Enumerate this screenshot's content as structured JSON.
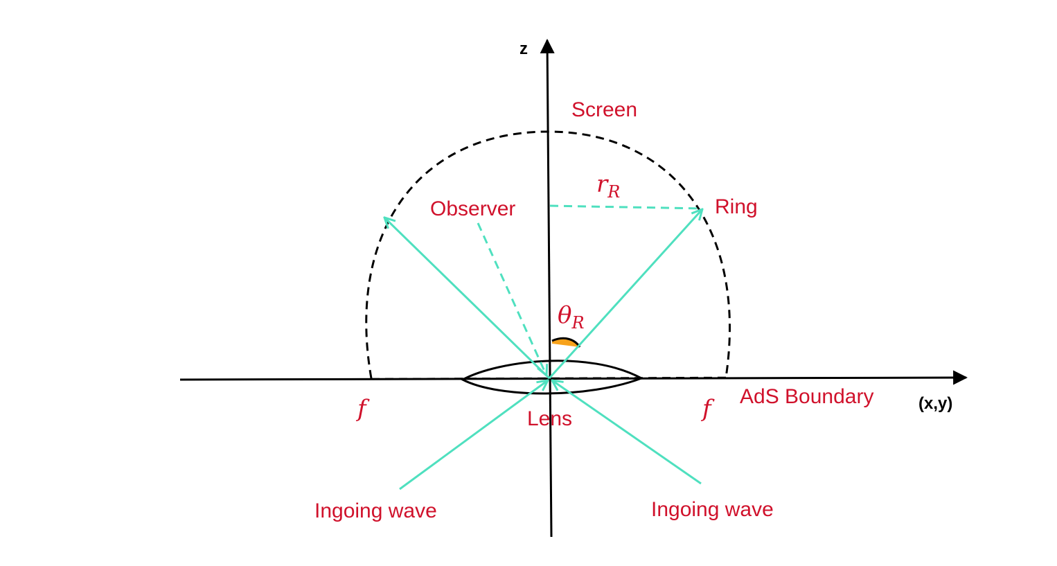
{
  "labels": {
    "z_axis": "z",
    "xy_axis": "(x,y)",
    "screen": "Screen",
    "observer": "Observer",
    "ring": "Ring",
    "ads_boundary": "AdS Boundary",
    "lens": "Lens",
    "ingoing_left": "Ingoing wave",
    "ingoing_right": "Ingoing wave",
    "focal_left": "f",
    "focal_right": "f",
    "radius_main": "r",
    "radius_sub": "R",
    "angle_main": "θ",
    "angle_sub": "R"
  },
  "colors": {
    "label": "#d0112b",
    "ray": "#4fe0bf",
    "axis": "#000000",
    "arc_fill": "#f7a21b",
    "arc_stroke": "#000000"
  }
}
